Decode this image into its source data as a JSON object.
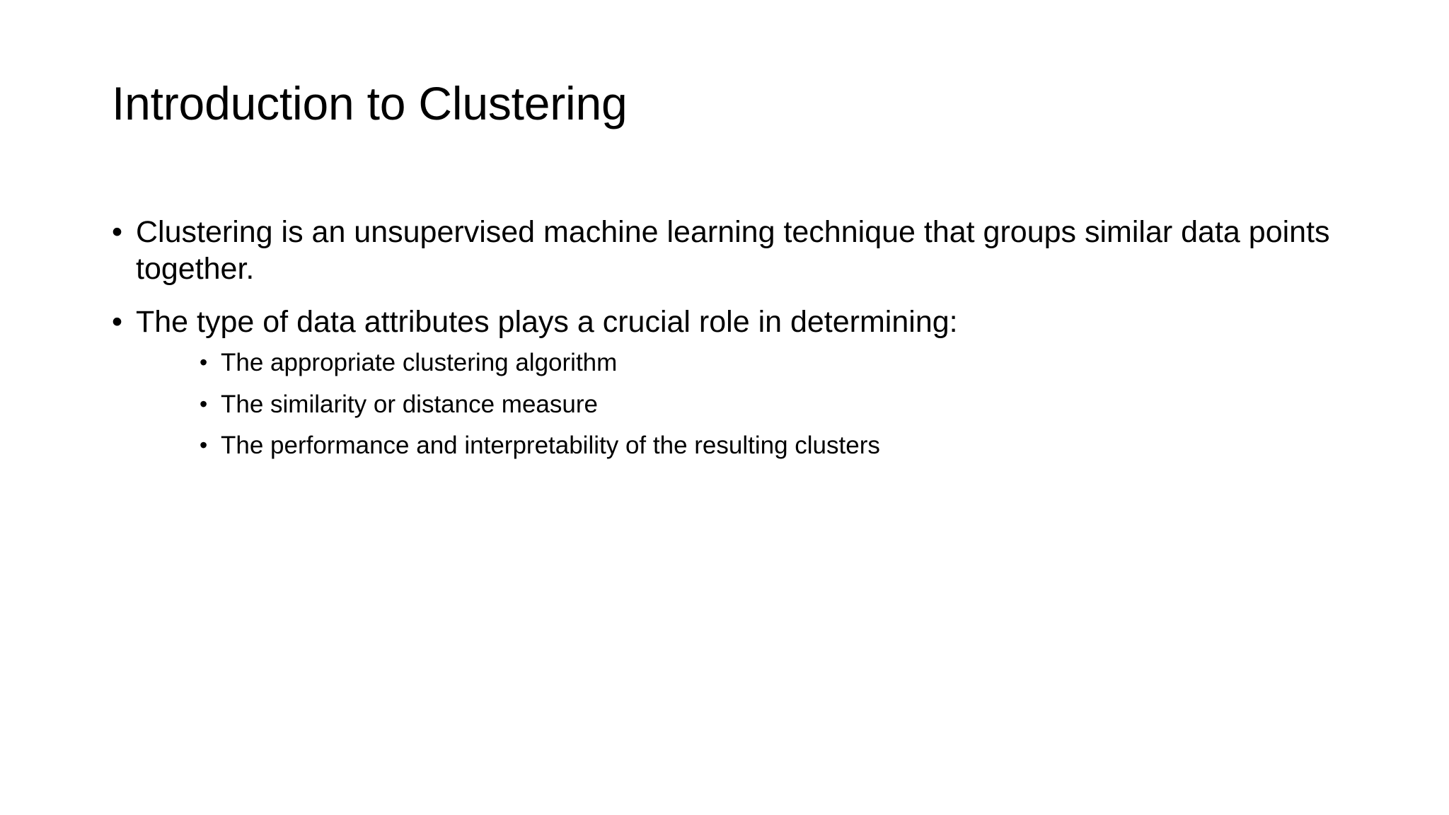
{
  "slide": {
    "title": "Introduction to Clustering",
    "background_color": "#ffffff",
    "text_color": "#000000",
    "bullet_glyph": "•",
    "bullets": [
      {
        "level": 1,
        "text": "Clustering is an unsupervised machine learning technique that groups similar data points together.",
        "children": []
      },
      {
        "level": 1,
        "text": "The type of data attributes plays a crucial role in determining:",
        "children": [
          {
            "level": 2,
            "text": "The appropriate clustering algorithm"
          },
          {
            "level": 2,
            "text": "The similarity or distance measure"
          },
          {
            "level": 2,
            "text": "The performance and interpretability of the resulting clusters"
          }
        ]
      }
    ]
  }
}
